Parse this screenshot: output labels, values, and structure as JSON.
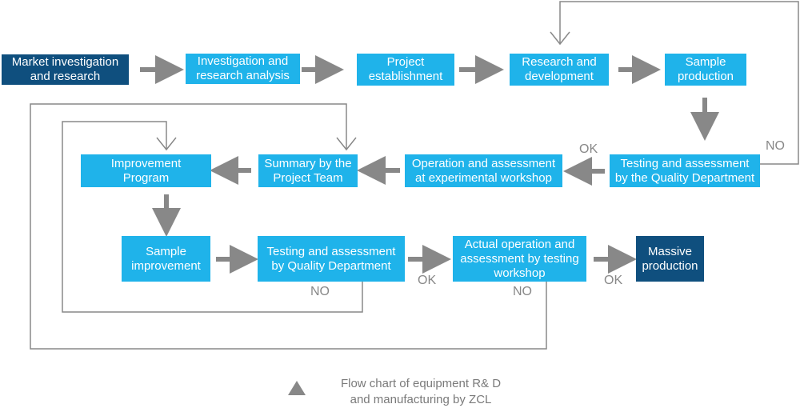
{
  "nodes": {
    "market": "Market investigation\nand research",
    "investigation": "Investigation and\nresearch analysis",
    "project": "Project\nestablishment",
    "research": "Research and\ndevelopment",
    "sample_production": "Sample\nproduction",
    "testing_quality_dept": "Testing and assessment\nby the Quality Department",
    "operation_workshop": "Operation and assessment\nat experimental workshop",
    "summary": "Summary by the\nProject Team",
    "improvement_program": "Improvement\nProgram",
    "sample_improvement": "Sample\nimprovement",
    "testing_quality": "Testing and assessment\nby Quality Department",
    "actual_operation": "Actual operation and\nassessment by testing\nworkshop",
    "massive": "Massive\nproduction"
  },
  "labels": {
    "ok1": "OK",
    "no1": "NO",
    "ok2": "OK",
    "no2": "NO",
    "no3": "NO",
    "ok3": "OK"
  },
  "caption": "Flow chart of equipment R& D\nand manufacturing by ZCL",
  "colors": {
    "light_box": "#1fb3ea",
    "dark_box": "#0f4f7e",
    "arrow": "#888888"
  }
}
